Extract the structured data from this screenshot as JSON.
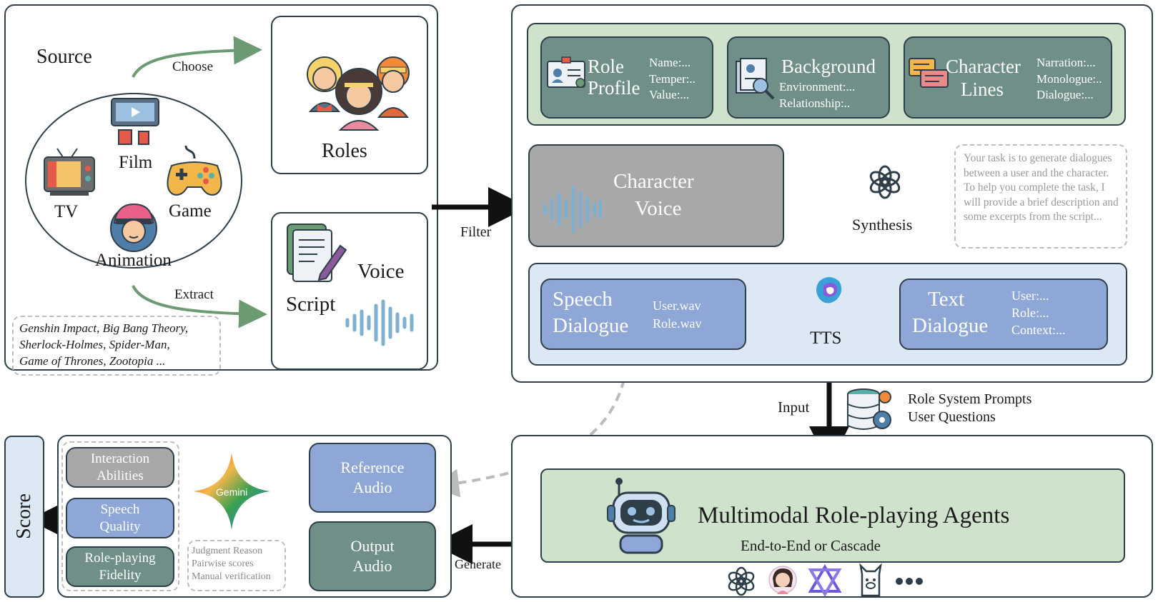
{
  "source": {
    "title": "Source",
    "choose": "Choose",
    "extract": "Extract",
    "film": "Film",
    "tv": "TV",
    "game": "Game",
    "animation": "Animation",
    "examples": [
      "Genshin Impact, Big Bang Theory,",
      "Sherlock-Holmes, Spider-Man,",
      "Game of Thrones, Zootopia ..."
    ]
  },
  "roles": {
    "label": "Roles"
  },
  "script_voice": {
    "script": "Script",
    "voice": "Voice"
  },
  "filter": "Filter",
  "profile_cards": [
    {
      "title": [
        "Role",
        "Profile"
      ],
      "fields": [
        "Name:...",
        "Temper:..",
        "Value:..."
      ]
    },
    {
      "title": [
        "Background"
      ],
      "fields": [
        "Environment:...",
        "Relationship:.."
      ]
    },
    {
      "title": [
        "Character",
        "Lines"
      ],
      "fields": [
        "Narration:...",
        "Monologue:..",
        "Dialogue:..."
      ]
    }
  ],
  "character_voice": [
    "Character",
    "Voice"
  ],
  "synthesis": "Synthesis",
  "prompt_text": "Your task is to generate dialogues between a user and the character. To help you complete the task, I will provide a brief description and some excerpts from the script...",
  "speech_dialogue": {
    "title": [
      "Speech",
      "Dialogue"
    ],
    "fields": [
      "User.wav",
      "Role.wav"
    ]
  },
  "tts": "TTS",
  "text_dialogue": {
    "title": [
      "Text",
      "Dialogue"
    ],
    "fields": [
      "User:...",
      "Role:...",
      "Context:..."
    ]
  },
  "input": "Input",
  "prompts": [
    "Role System Prompts",
    "User Questions"
  ],
  "agents": {
    "title": "Multimodal Role-playing Agents",
    "subtitle": "End-to-End or Cascade"
  },
  "generate": "Generate",
  "reference_audio": [
    "Reference",
    "Audio"
  ],
  "output_audio": [
    "Output",
    "Audio"
  ],
  "gemini": "Gemini",
  "judgment": [
    "Judgment Reason",
    "Pairwise scores",
    "Manual verification"
  ],
  "metrics": [
    [
      "Interaction",
      "Abilities"
    ],
    [
      "Speech",
      "Quality"
    ],
    [
      "Role-playing",
      "Fidelity"
    ]
  ],
  "score": "Score",
  "colors": {
    "teal": "#6f8f88",
    "blue": "#8fa7d6",
    "green_bg": "#cfe3cc",
    "light_blue_bg": "#dde8f5",
    "arrow_green": "#6b9a73"
  }
}
